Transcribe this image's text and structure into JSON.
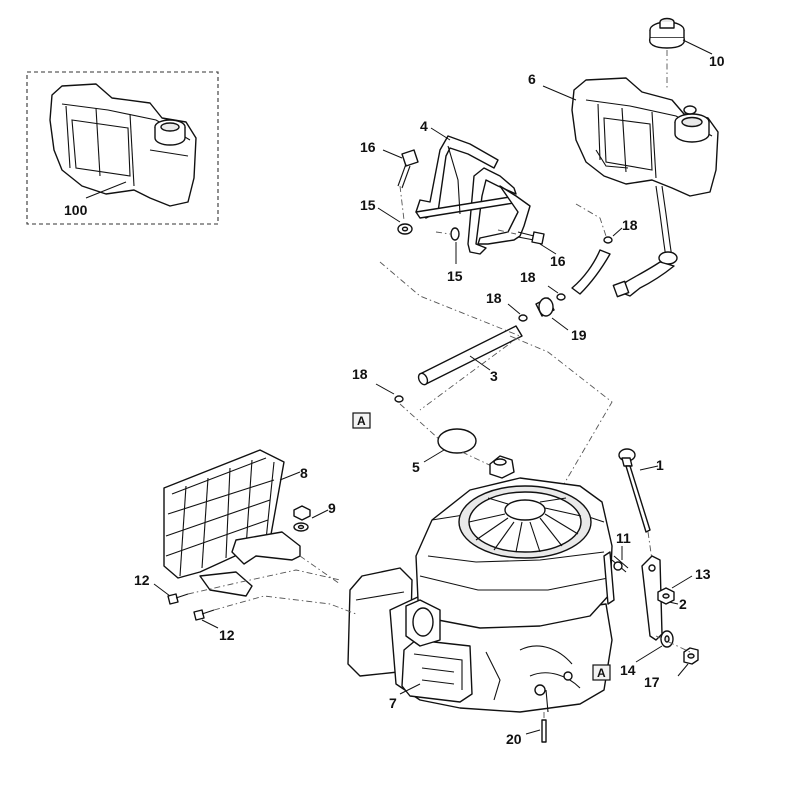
{
  "callouts": {
    "c1": "1",
    "c2": "2",
    "c3": "3",
    "c4": "4",
    "c5": "5",
    "c6": "6",
    "c7": "7",
    "c8": "8",
    "c9": "9",
    "c10": "10",
    "c11": "11",
    "c12a": "12",
    "c12b": "12",
    "c13": "13",
    "c14": "14",
    "c15a": "15",
    "c15b": "15",
    "c16a": "16",
    "c16b": "16",
    "c17": "17",
    "c18a": "18",
    "c18b": "18",
    "c18c": "18",
    "c18d": "18",
    "c19": "19",
    "c20": "20",
    "c100": "100"
  },
  "ref_markers": {
    "a1": "A",
    "a2": "A"
  }
}
